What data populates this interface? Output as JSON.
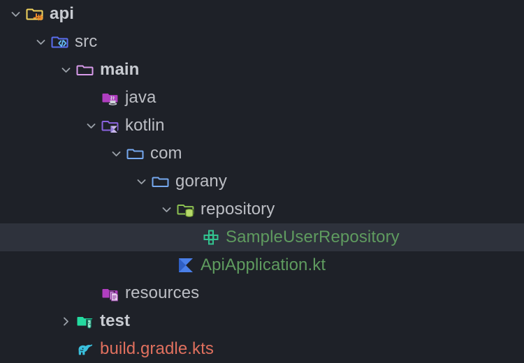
{
  "panel": {
    "name": "project-tree",
    "background_color": "#1e2128",
    "selection_color": "#2e323c",
    "default_text_color": "#bcbec4",
    "added_file_color": "#5f9b5f",
    "modified_file_color": "#e0705e"
  },
  "rows": [
    {
      "label": "api",
      "icon": "module-folder-icon",
      "twisty": "chevron-down-icon",
      "depth": 0,
      "bold": true,
      "color": "default",
      "selected": false,
      "expanded": true
    },
    {
      "label": "src",
      "icon": "source-folder-icon",
      "twisty": "chevron-down-icon",
      "depth": 1,
      "bold": false,
      "color": "default",
      "selected": false,
      "expanded": true
    },
    {
      "label": "main",
      "icon": "folder-icon",
      "twisty": "chevron-down-icon",
      "depth": 2,
      "bold": true,
      "color": "default",
      "selected": false,
      "expanded": true
    },
    {
      "label": "java",
      "icon": "java-source-root-icon",
      "twisty": "none",
      "depth": 3,
      "bold": false,
      "color": "default",
      "selected": false,
      "expanded": false
    },
    {
      "label": "kotlin",
      "icon": "kotlin-source-root-icon",
      "twisty": "chevron-down-icon",
      "depth": 3,
      "bold": false,
      "color": "default",
      "selected": false,
      "expanded": true
    },
    {
      "label": "com",
      "icon": "package-folder-icon",
      "twisty": "chevron-down-icon",
      "depth": 4,
      "bold": false,
      "color": "default",
      "selected": false,
      "expanded": true
    },
    {
      "label": "gorany",
      "icon": "package-folder-icon",
      "twisty": "chevron-down-icon",
      "depth": 5,
      "bold": false,
      "color": "default",
      "selected": false,
      "expanded": true
    },
    {
      "label": "repository",
      "icon": "repository-folder-icon",
      "twisty": "chevron-down-icon",
      "depth": 6,
      "bold": false,
      "color": "default",
      "selected": false,
      "expanded": true
    },
    {
      "label": "SampleUserRepository",
      "icon": "kotlin-interface-icon",
      "twisty": "none",
      "depth": 7,
      "bold": false,
      "color": "green",
      "selected": true,
      "expanded": false
    },
    {
      "label": "ApiApplication.kt",
      "icon": "kotlin-file-icon",
      "twisty": "none",
      "depth": 6,
      "bold": false,
      "color": "green",
      "selected": false,
      "expanded": false
    },
    {
      "label": "resources",
      "icon": "resources-root-icon",
      "twisty": "none",
      "depth": 3,
      "bold": false,
      "color": "default",
      "selected": false,
      "expanded": false
    },
    {
      "label": "test",
      "icon": "test-root-icon",
      "twisty": "chevron-right-icon",
      "depth": 2,
      "bold": true,
      "color": "default",
      "selected": false,
      "expanded": false
    },
    {
      "label": "build.gradle.kts",
      "icon": "gradle-file-icon",
      "twisty": "none",
      "depth": 2,
      "bold": false,
      "color": "red",
      "selected": false,
      "expanded": false
    }
  ]
}
